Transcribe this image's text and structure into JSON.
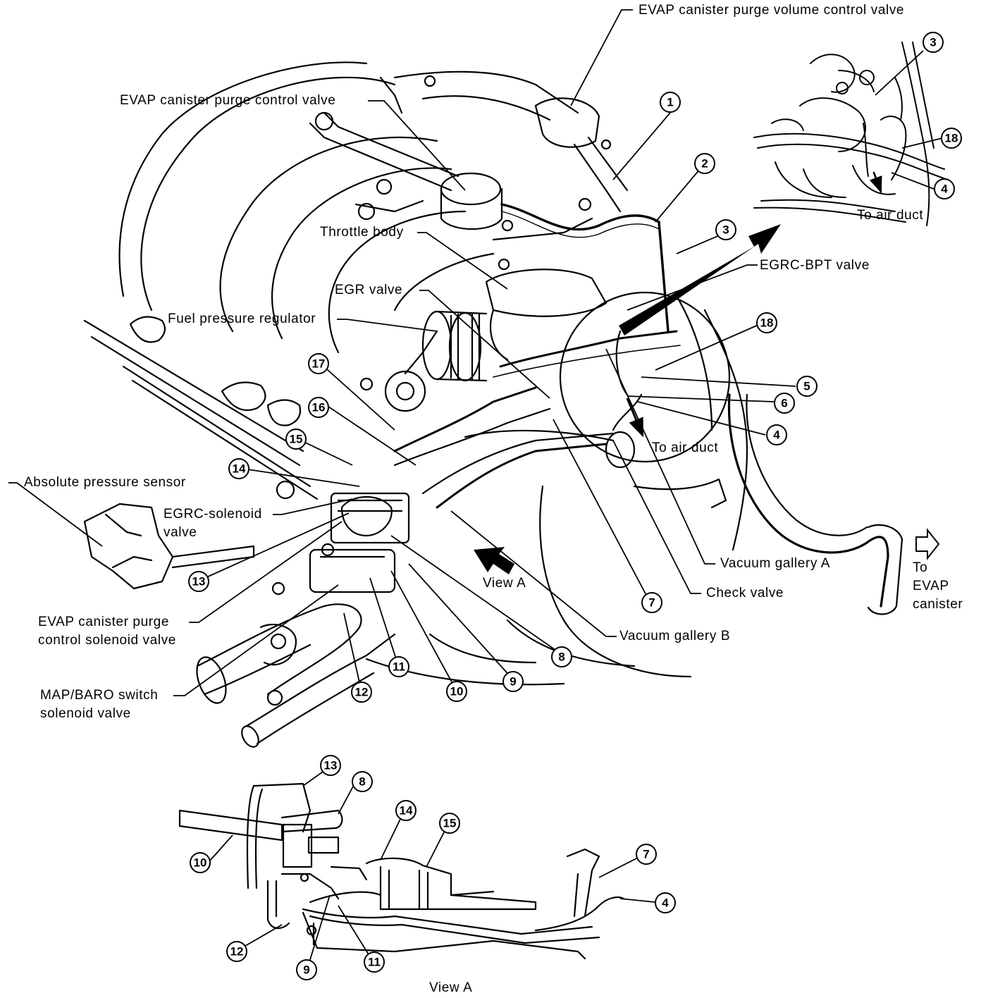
{
  "labels": {
    "evap_purge_volume_control_valve": "EVAP canister purge volume control valve",
    "evap_purge_control_valve": "EVAP canister purge control valve",
    "throttle_body": "Throttle body",
    "egr_valve": "EGR valve",
    "fuel_pressure_regulator": "Fuel pressure regulator",
    "egrc_bpt_valve": "EGRC-BPT valve",
    "to_air_duct_top": "To air duct",
    "to_air_duct_main": "To air duct",
    "absolute_pressure_sensor": "Absolute pressure sensor",
    "egrc_solenoid_valve": "EGRC-solenoid\nvalve",
    "evap_purge_control_solenoid_valve": "EVAP canister purge\ncontrol solenoid valve",
    "map_baro_switch_solenoid_valve": "MAP/BARO switch\nsolenoid valve",
    "view_a_arrow": "View A",
    "vacuum_gallery_a": "Vacuum gallery A",
    "check_valve": "Check valve",
    "vacuum_gallery_b": "Vacuum gallery B",
    "to_evap_canister": "To\nEVAP\ncanister",
    "view_a_caption": "View A"
  },
  "callouts": [
    "1",
    "2",
    "3",
    "4",
    "5",
    "6",
    "7",
    "8",
    "9",
    "10",
    "11",
    "12",
    "13",
    "14",
    "15",
    "16",
    "17",
    "18"
  ],
  "inset_callouts": [
    "3",
    "18",
    "4"
  ],
  "view_a_callouts": [
    "13",
    "8",
    "10",
    "14",
    "15",
    "7",
    "4",
    "12",
    "9",
    "11"
  ],
  "colors": {
    "ink": "#000000",
    "paper": "#ffffff"
  }
}
